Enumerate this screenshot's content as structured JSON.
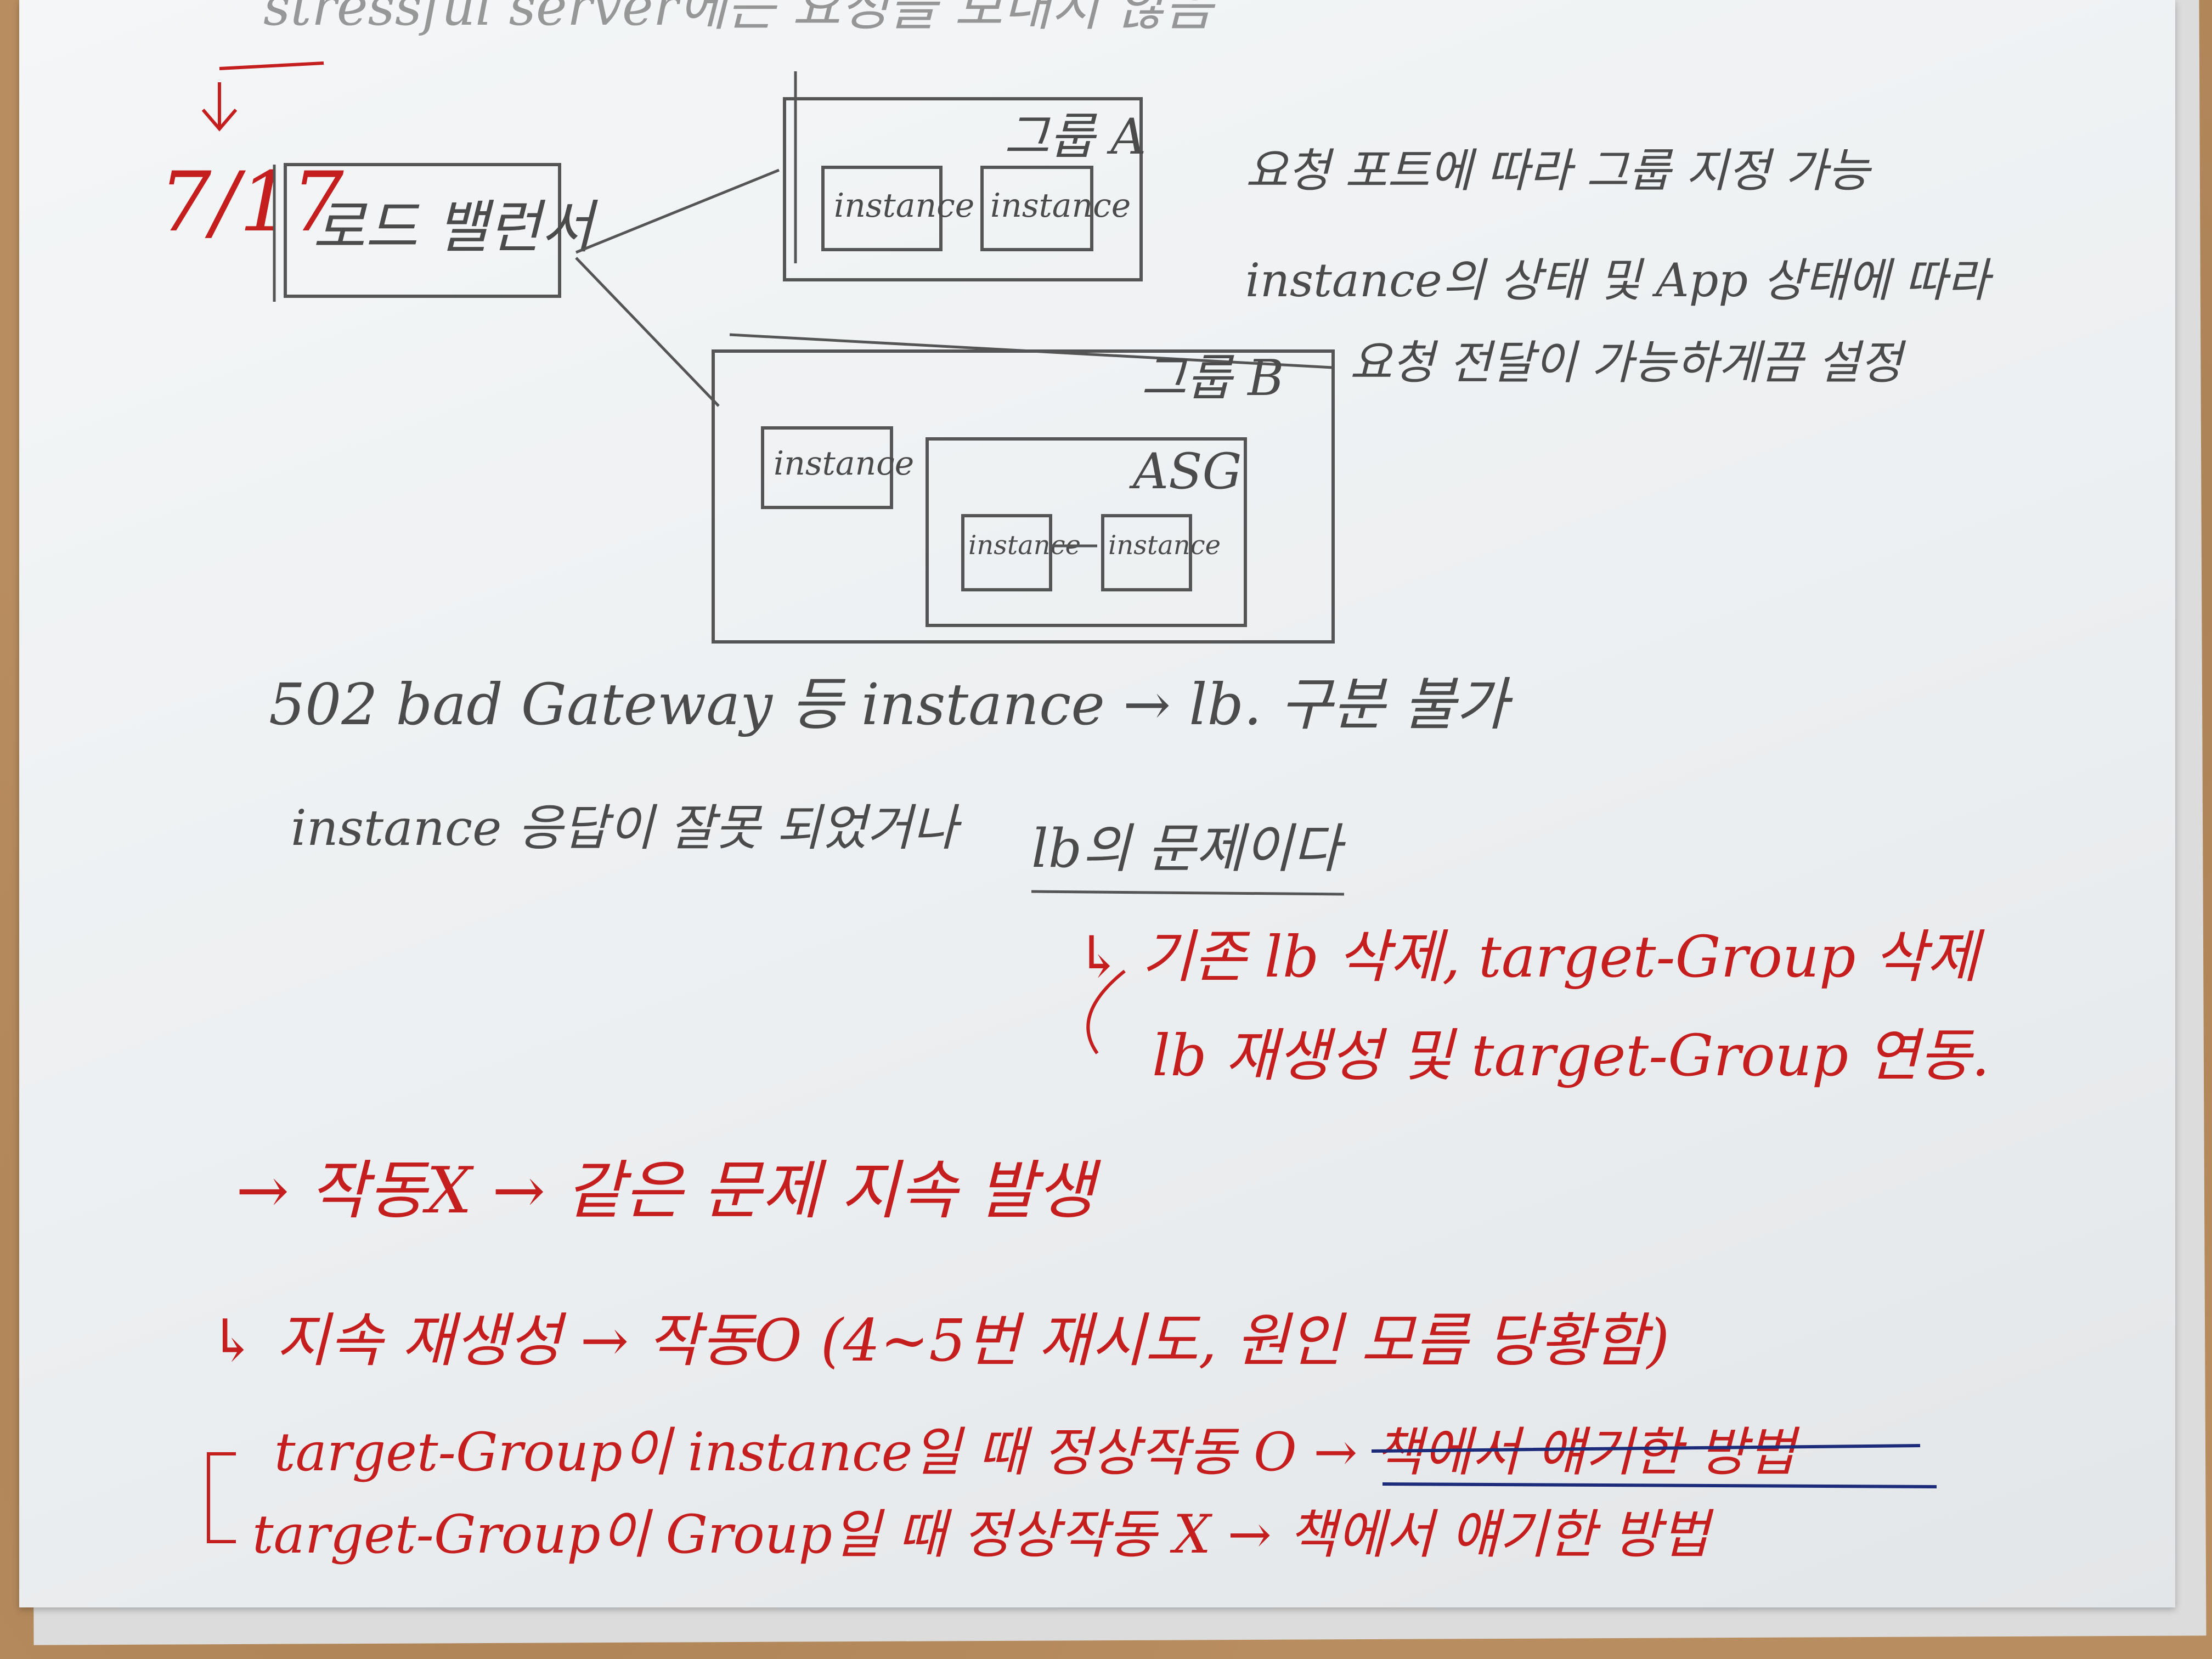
{
  "header_partial": "stressful server에는 요청을 보내지 않음",
  "date_mark": "7/17",
  "diagram": {
    "load_balancer": "로드 밸런서",
    "group_a": "그룹 A",
    "group_b": "그룹 B",
    "asg": "ASG",
    "instance": "instance"
  },
  "side_notes": {
    "line1": "요청 포트에 따라 그룹 지정 가능",
    "line2": "instance의 상태 및 App 상태에 따라",
    "line3": "요청 전달이 가능하게끔 설정"
  },
  "body": {
    "line1": "502 bad Gateway 등 instance → lb. 구분 불가",
    "line2_a": "instance 응답이 잘못 되었거나",
    "line2_b": "lb의 문제이다"
  },
  "red_notes": {
    "step1": "↳ 기존 lb 삭제, target-Group 삭제",
    "step2": "lb 재생성 및 target-Group 연동.",
    "arrow_line": "→ 작동X → 같은 문제 지속 발생",
    "retry_line": "↳ 지속 재생성 → 작동O (4~5번 재시도, 원인 모름 당황함)",
    "tg_instance": "target-Group이 instance일 때 정상작동 O → 책에서 얘기한 방법",
    "tg_group": "target-Group이 Group일 때 정상작동 X → 책에서 얘기한 방법"
  },
  "colors": {
    "pencil": "#4b4b4b",
    "red_ink": "#c41e1e",
    "blue_ink": "#1c2b7a",
    "paper": "#eef1f2",
    "desk": "#b88d5f"
  }
}
